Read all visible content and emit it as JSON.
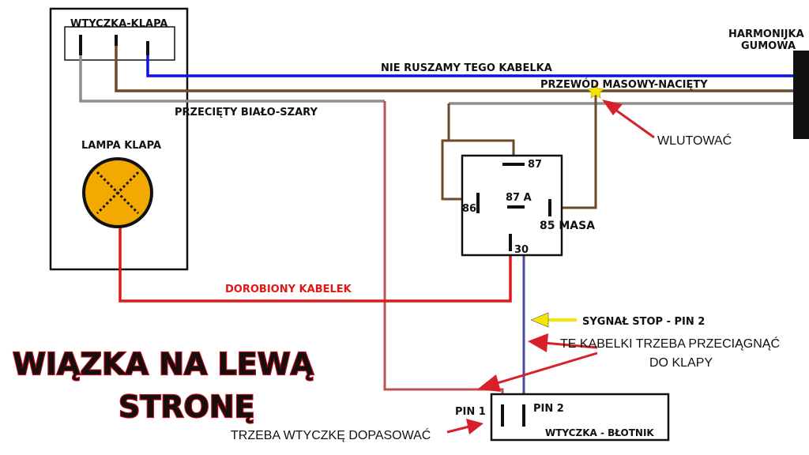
{
  "plug_lamp": "WTYCZKA-KLAPA",
  "lamp_label": "LAMPA KLAPA",
  "harness_label_1": "HARMONIJKA",
  "harness_label_2": "GUMOWA",
  "wire_blue_label": "NIE RUSZAMY TEGO KABELKA",
  "wire_ground_label": "PRZEWÓD MASOWY-NACIĘTY",
  "wire_grey_label": "PRZECIĘTY BIAŁO-SZARY",
  "solder_label": "WLUTOWAĆ",
  "relay": {
    "pin87": "87",
    "pin87a": "87 A",
    "pin86": "86",
    "pin85": "85 MASA",
    "pin30": "30"
  },
  "added_wire_label": "DOROBIONY KABELEK",
  "signal_label": "SYGNAŁ STOP - PIN 2",
  "pull_label_1": "TE KABELKI TRZEBA PRZECIĄGNĄĆ",
  "pull_label_2": "DO KLAPY",
  "title_line_1": "WIĄZKA NA LEWĄ",
  "title_line_2": "STRONĘ",
  "fender_plug": {
    "pin1": "PIN 1",
    "pin2": "PIN 2",
    "label": "WTYCZKA - BŁOTNIK"
  },
  "fit_plug_label": "TRZEBA WTYCZKĘ DOPASOWAĆ",
  "colors": {
    "blue_wire": "#0a12e6",
    "brown_wire": "#6b4a2a",
    "grey_wire": "#8e8e8e",
    "red_wire": "#e01818",
    "pink_wire": "#c05050",
    "purple_wire": "#4a4aa0",
    "lamp_fill": "#f2a900",
    "arrow_red": "#d8202a",
    "arrow_yellow": "#f5e600"
  }
}
